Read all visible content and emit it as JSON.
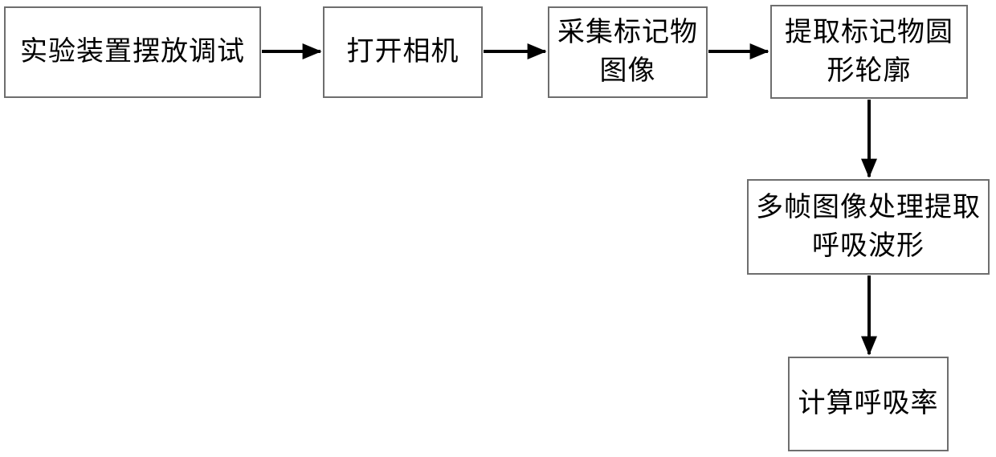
{
  "diagram": {
    "type": "flowchart",
    "description": "Respiration-rate measurement process flowchart",
    "colors": {
      "background": "#ffffff",
      "box_border": "#6e6e6e",
      "arrow": "#000000",
      "text": "#000000"
    },
    "nodes": [
      {
        "id": "setup",
        "label": "实验装置摆放调试"
      },
      {
        "id": "open-camera",
        "label": "打开相机"
      },
      {
        "id": "capture-marker-image",
        "label": "采集标记物\n图像"
      },
      {
        "id": "extract-marker-circle-contour",
        "label": "提取标记物圆\n形轮廓"
      },
      {
        "id": "multiframe-extract-breath-waveform",
        "label": "多帧图像处理提取\n呼吸波形"
      },
      {
        "id": "compute-respiration-rate",
        "label": "计算呼吸率"
      }
    ],
    "edges": [
      {
        "from": "setup",
        "to": "open-camera",
        "direction": "right"
      },
      {
        "from": "open-camera",
        "to": "capture-marker-image",
        "direction": "right"
      },
      {
        "from": "capture-marker-image",
        "to": "extract-marker-circle-contour",
        "direction": "right"
      },
      {
        "from": "extract-marker-circle-contour",
        "to": "multiframe-extract-breath-waveform",
        "direction": "down"
      },
      {
        "from": "multiframe-extract-breath-waveform",
        "to": "compute-respiration-rate",
        "direction": "down"
      }
    ]
  }
}
